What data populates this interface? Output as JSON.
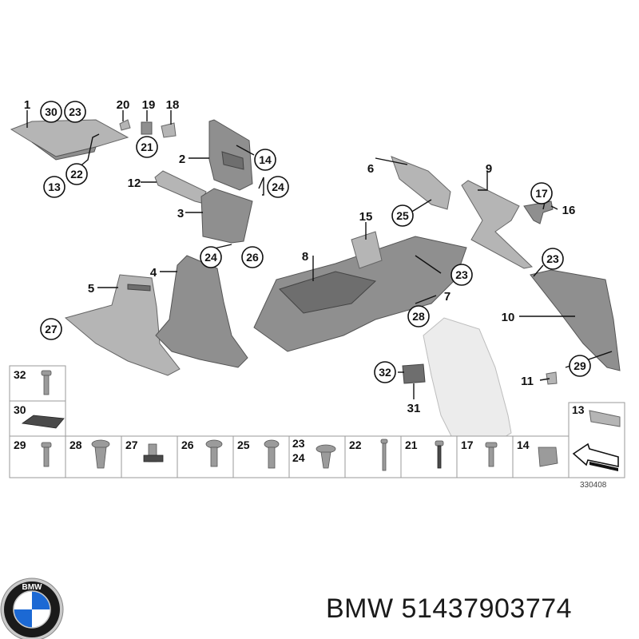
{
  "callouts": [
    "1",
    "2",
    "3",
    "4",
    "5",
    "6",
    "7",
    "8",
    "9",
    "10",
    "11",
    "12",
    "13",
    "14",
    "15",
    "16",
    "17",
    "18",
    "19",
    "20",
    "21",
    "22",
    "23",
    "24",
    "25",
    "26",
    "27",
    "28",
    "29",
    "30",
    "31",
    "32"
  ],
  "reference_number": "330408",
  "hardware_table": {
    "side_cells": [
      "32",
      "30"
    ],
    "bottom_cells": [
      "29",
      "28",
      "27",
      "26",
      "25",
      "23",
      "22",
      "21",
      "17",
      "14"
    ],
    "bottom_cell_second_label": "24",
    "corner_cell": "13"
  },
  "caption": {
    "brand": "BMW",
    "part_number": "51437903774"
  },
  "logo": {
    "letters": "BMW",
    "colors": {
      "blue": "#1c69d4",
      "white": "#ffffff",
      "ring": "#1a1a1a",
      "chrome": "#c9c9c9"
    }
  }
}
